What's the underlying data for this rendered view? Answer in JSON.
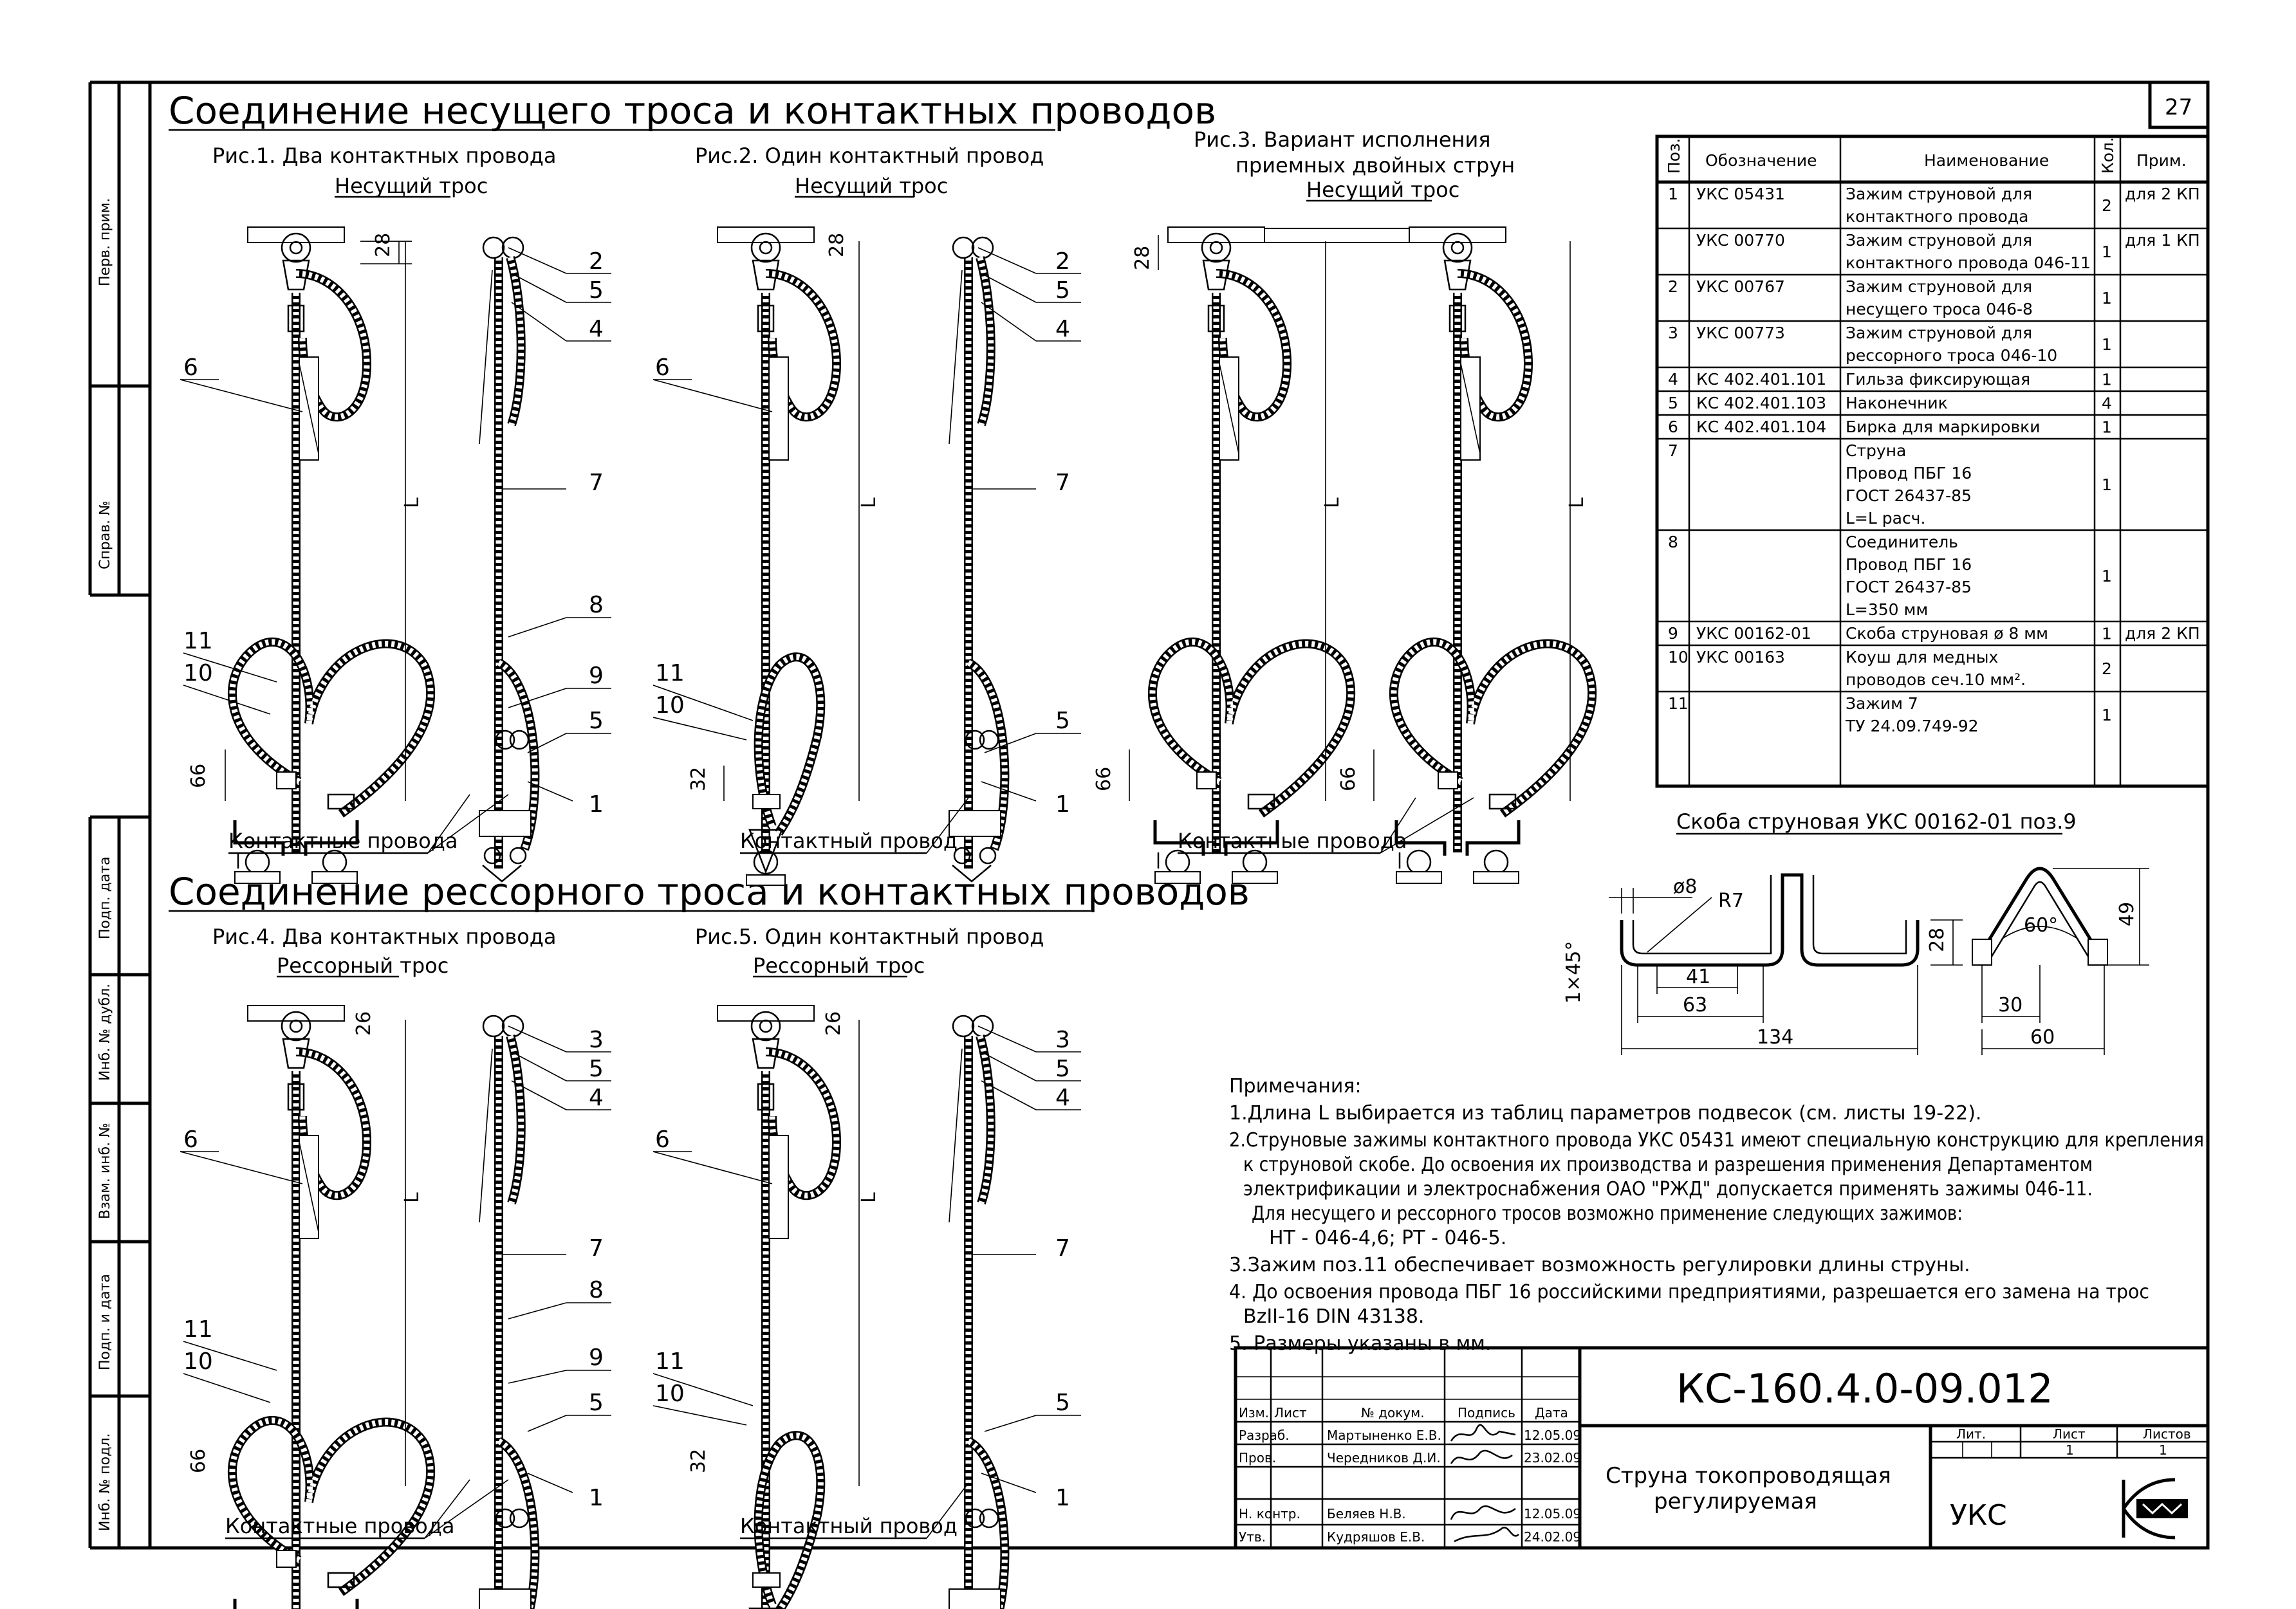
{
  "sheet_number": "27",
  "sections": [
    {
      "title": "Соединение несущего троса и контактных проводов"
    },
    {
      "title": "Соединение рессорного троса и контактных проводов"
    }
  ],
  "figures": [
    {
      "caption": "Рис.1. Два контактных провода",
      "cable": "Несущий трос",
      "bottom": "Контактные провода",
      "dim_top": "28",
      "dim_bottom": "66",
      "length": "L"
    },
    {
      "caption": "Рис.2. Один контактный провод",
      "cable": "Несущий трос",
      "bottom": "Контактный провод",
      "dim_top": "28",
      "dim_bottom": "32",
      "length": "L"
    },
    {
      "caption": "Рис.3. Вариант исполнения",
      "caption2": "приемных двойных струн",
      "cable": "Несущий трос",
      "bottom": "Контактные провода",
      "dim_top": "28",
      "dim_bottom": "66",
      "length": "L"
    },
    {
      "caption": "Рис.4. Два контактных провода",
      "cable": "Рессорный трос",
      "bottom": "Контактные провода",
      "dim_top": "26",
      "dim_bottom": "66",
      "length": "L"
    },
    {
      "caption": "Рис.5. Один контактный провод",
      "cable": "Рессорный трос",
      "bottom": "Контактный провод",
      "dim_top": "26",
      "dim_bottom": "32",
      "length": "L"
    }
  ],
  "callouts": [
    "1",
    "2",
    "3",
    "4",
    "5",
    "6",
    "7",
    "8",
    "9",
    "10",
    "11"
  ],
  "table": {
    "headers": [
      "Поз.",
      "Обозначение",
      "Наименование",
      "Кол.",
      "Прим."
    ],
    "rows": [
      {
        "pos": "1",
        "code": "УКС 05431",
        "name": [
          "Зажим струновой для",
          "контактного провода"
        ],
        "qty": "2",
        "note": "для 2 КП"
      },
      {
        "pos": "",
        "code": "УКС 00770",
        "name": [
          "Зажим струновой для",
          "контактного провода 046-11"
        ],
        "qty": "1",
        "note": "для 1 КП"
      },
      {
        "pos": "2",
        "code": "УКС 00767",
        "name": [
          "Зажим струновой для",
          "несущего троса 046-8"
        ],
        "qty": "1",
        "note": ""
      },
      {
        "pos": "3",
        "code": "УКС 00773",
        "name": [
          "Зажим струновой для",
          "рессорного троса 046-10"
        ],
        "qty": "1",
        "note": ""
      },
      {
        "pos": "4",
        "code": "КС 402.401.101",
        "name": [
          "Гильза фиксирующая"
        ],
        "qty": "1",
        "note": ""
      },
      {
        "pos": "5",
        "code": "КС 402.401.103",
        "name": [
          "Наконечник"
        ],
        "qty": "4",
        "note": ""
      },
      {
        "pos": "6",
        "code": "КС 402.401.104",
        "name": [
          "Бирка для маркировки"
        ],
        "qty": "1",
        "note": ""
      },
      {
        "pos": "7",
        "code": "",
        "name": [
          "Струна",
          "Провод ПБГ 16",
          "ГОСТ 26437-85",
          "L=L расч."
        ],
        "qty": "1",
        "note": ""
      },
      {
        "pos": "8",
        "code": "",
        "name": [
          "Соединитель",
          "Провод ПБГ 16",
          "ГОСТ 26437-85",
          "L=350 мм"
        ],
        "qty": "1",
        "note": ""
      },
      {
        "pos": "9",
        "code": "УКС 00162-01",
        "name": [
          "Скоба струновая ø 8 мм"
        ],
        "qty": "1",
        "note": "для 2 КП"
      },
      {
        "pos": "10",
        "code": "УКС 00163",
        "name": [
          "Коуш для медных",
          "проводов сеч.10 мм²."
        ],
        "qty": "2",
        "note": ""
      },
      {
        "pos": "11",
        "code": "",
        "name": [
          "Зажим 7",
          "ТУ 24.09.749-92"
        ],
        "qty": "1",
        "note": ""
      }
    ]
  },
  "bracket": {
    "title": "Скоба струновая УКС 00162-01 поз.9",
    "dims": {
      "d": "ø8",
      "r": "R7",
      "chamfer": "1×45°",
      "h": "28",
      "w1": "41",
      "w2": "63",
      "w3": "134",
      "angle": "60°",
      "h2": "49",
      "w4": "30",
      "w5": "60"
    }
  },
  "notes": {
    "heading": "Примечания:",
    "lines": [
      "1.Длина L выбирается из таблиц параметров подвесок (см. листы 19-22).",
      "2.Струновые зажимы контактного провода УКС 05431 имеют специальную конструкцию для крепления",
      "к струновой скобе. До освоения их производства и разрешения применения Департаментом",
      "электрификации и электроснабжения ОАО \"РЖД\" допускается применять зажимы 046-11.",
      "Для несущего и рессорного тросов возможно применение следующих зажимов:",
      "НТ - 046-4,6; РТ - 046-5.",
      "3.Зажим поз.11 обеспечивает возможность регулировки длины струны.",
      "4. До освоения провода ПБГ 16 российскими предприятиями, разрешается его замена на трос",
      "BzII-16 DIN 43138.",
      "5. Размеры указаны в мм."
    ]
  },
  "side_labels": [
    "Перв. прим.",
    "Справ. №",
    "Подп. дата",
    "Инб. № дубл.",
    "Взам. инб. №",
    "Подп. и дата",
    "Инб. № подл."
  ],
  "title_block": {
    "doc_code": "КС-160.4.0-09.012",
    "title": [
      "Струна токопроводящая",
      "регулируемая"
    ],
    "org": "УКС",
    "header_cols": [
      "Изм.",
      "Лист",
      "№ докум.",
      "Подпись",
      "Дата"
    ],
    "rows": [
      {
        "role": "Разраб.",
        "name": "Мартыненко Е.В.",
        "date": "12.05.09"
      },
      {
        "role": "Пров.",
        "name": "Чередников Д.И.",
        "date": "23.02.09"
      },
      {
        "role": "Н. контр.",
        "name": "Беляев Н.В.",
        "date": "12.05.09"
      },
      {
        "role": "Утв.",
        "name": "Кудряшов Е.В.",
        "date": "24.02.09"
      }
    ],
    "lit_label": "Лит.",
    "sheet_label": "Лист",
    "sheets_label": "Листов",
    "sheet": "1",
    "sheets": "1"
  }
}
